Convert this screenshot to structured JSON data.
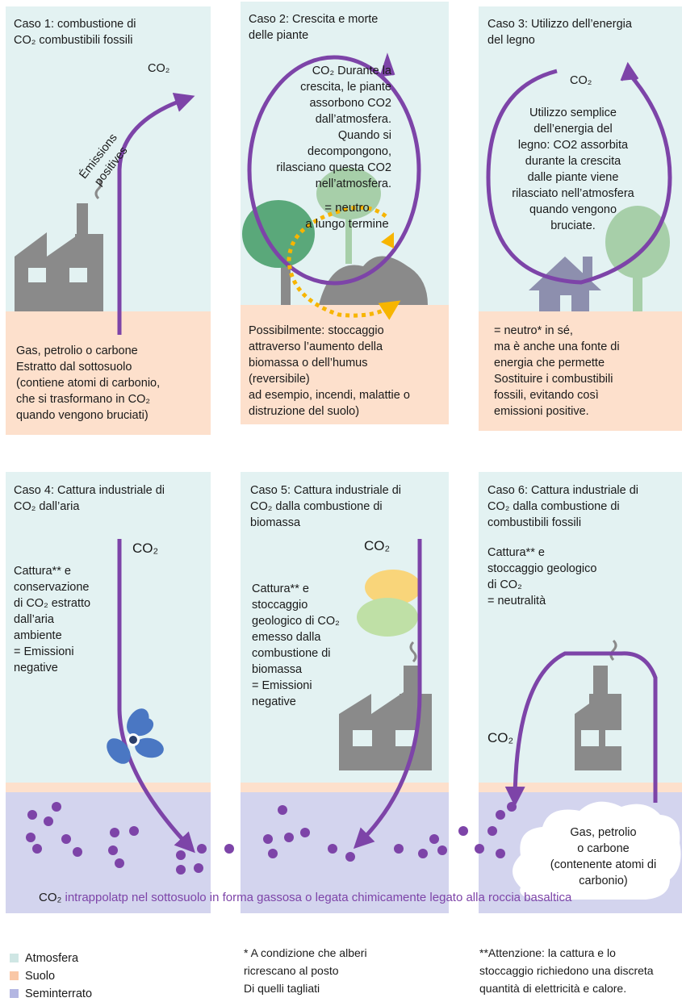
{
  "cases": [
    {
      "title": "Caso 1: combustione di\nCO₂ combustibili fossili",
      "co2": "CO₂",
      "arrow_label": "Émissions\npositives",
      "soil_text": "Gas, petrolio o carbone\nEstratto dal sottosuolo\n(contiene atomi di carbonio,\nche si trasformano in CO₂\nquando vengono bruciati)"
    },
    {
      "title": "Caso 2: Crescita e morte\ndelle piante",
      "body": "CO₂ Durante la\ncrescita, le piante\nassorbono CO2\ndall’atmosfera.\nQuando si\ndecompongono,\nrilasciano questa CO2\nnell’atmosfera.",
      "neutral": "= neutro\na lungo termine",
      "soil_text": "Possibilmente: stoccaggio\nattraverso l’aumento della\nbiomassa o dell’humus\n(reversibile)\nad esempio, incendi, malattie o\ndistruzione del suolo)"
    },
    {
      "title": "Caso 3: Utilizzo dell’energia\ndel legno",
      "co2": "CO₂",
      "body": "Utilizzo semplice\ndell’energia del\nlegno: CO2 assorbita\ndurante la crescita\ndalle piante viene\nrilasciato nell’atmosfera\nquando vengono\nbruciate.",
      "soil_text": "= neutro* in sé,\nma è anche una fonte di\nenergia che permette\nSostituire i combustibili\nfossili, evitando così\nemissioni positive."
    },
    {
      "title": "Caso 4: Cattura industriale di\nCO₂ dall’aria",
      "co2": "CO₂",
      "body": "Cattura** e\nconservazione\ndi CO₂ estratto\ndall’aria\nambiente\n= Emissioni\nnegative"
    },
    {
      "title": "Caso 5: Cattura industriale di\nCO₂ dalla combustione di\nbiomassa",
      "co2": "CO₂",
      "body": "Cattura** e\nstoccaggio\ngeologico di CO₂\n emesso dalla\ncombustione di\nbiomassa\n= Emissioni\nnegative"
    },
    {
      "title": "Caso 6: Cattura industriale di\nCO₂ dalla combustione di\ncombustibili fossili",
      "body": "Cattura** e\nstoccaggio geologico\ndi CO₂\n= neutralità",
      "co2": "CO₂",
      "cloud_text": "Gas, petrolio\no carbone\n(contenente atomi di\ncarbonio)"
    }
  ],
  "bottom_caption": {
    "co2": "CO₂",
    "text": " intrappolatp nel sottosuolo in forma gassosa o legata chimicamente legato alla roccia basaltica"
  },
  "legend": [
    {
      "label": "Atmosfera",
      "color": "#cfe6e4"
    },
    {
      "label": "Suolo",
      "color": "#f9c7a6"
    },
    {
      "label": "Seminterrato",
      "color": "#b3b6e2"
    }
  ],
  "footnote1": "* A condizione che alberi\nricrescano al posto\nDi quelli tagliati",
  "footnote2": "**Attenzione: la cattura e lo\nstoccaggio richiedono una discreta\nquantità di elettricità e calore.",
  "colors": {
    "arrow": "#7d44a8",
    "dot": "#7d44a8",
    "factory": "#8a8a8a",
    "tree": "#5aa87a",
    "dotted_arrow": "#f7b500",
    "caption": "#7d44a8"
  }
}
